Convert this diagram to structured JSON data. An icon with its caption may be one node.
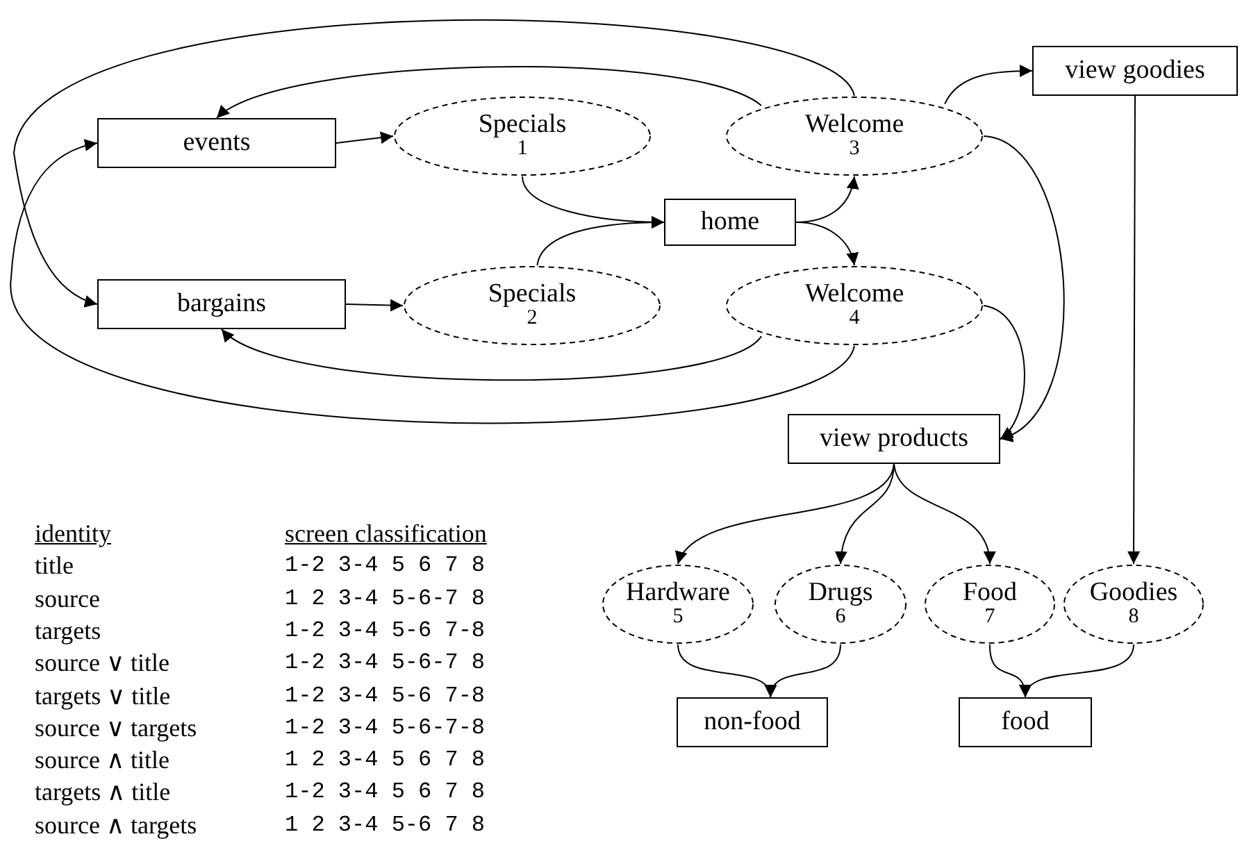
{
  "diagram": {
    "nodes": [
      {
        "text": [
          "events"
        ]
      },
      {
        "text": [
          "Specials",
          "1"
        ]
      },
      {
        "text": [
          "Welcome",
          "3"
        ]
      },
      {
        "text": [
          "view goodies"
        ]
      },
      {
        "text": [
          "home"
        ]
      },
      {
        "text": [
          "bargains"
        ]
      },
      {
        "text": [
          "Specials",
          "2"
        ]
      },
      {
        "text": [
          "Welcome",
          "4"
        ]
      },
      {
        "text": [
          "view products"
        ]
      },
      {
        "text": [
          "Hardware",
          "5"
        ]
      },
      {
        "text": [
          "Drugs",
          "6"
        ]
      },
      {
        "text": [
          "Food",
          "7"
        ]
      },
      {
        "text": [
          "Goodies",
          "8"
        ]
      },
      {
        "text": [
          "non-food"
        ]
      },
      {
        "text": [
          "food"
        ]
      }
    ],
    "edges": [
      {
        "from": 0,
        "to": 1,
        "arrow": "to"
      },
      {
        "from": 1,
        "to": 4,
        "arrow": "to"
      },
      {
        "from": 6,
        "to": 4,
        "arrow": "to"
      },
      {
        "from": 4,
        "to": 2,
        "arrow": "to"
      },
      {
        "from": 4,
        "to": 7,
        "arrow": "to"
      },
      {
        "from": 5,
        "to": 6,
        "arrow": "to"
      },
      {
        "from": 2,
        "to": 0,
        "arrow": "to"
      },
      {
        "from": 2,
        "to": 5,
        "arrow": "to"
      },
      {
        "from": 7,
        "to": 5,
        "arrow": "to"
      },
      {
        "from": 7,
        "to": 0,
        "arrow": "to"
      },
      {
        "from": 2,
        "to": 3,
        "arrow": "to"
      },
      {
        "from": 2,
        "to": 8,
        "arrow": "to"
      },
      {
        "from": 7,
        "to": 8,
        "arrow": "to"
      },
      {
        "from": 3,
        "to": 12,
        "arrow": "to"
      },
      {
        "from": 8,
        "to": 9,
        "arrow": "to"
      },
      {
        "from": 8,
        "to": 10,
        "arrow": "to"
      },
      {
        "from": 8,
        "to": 11,
        "arrow": "to"
      },
      {
        "from": 9,
        "to": 13,
        "arrow": "to"
      },
      {
        "from": 10,
        "to": 13,
        "arrow": "to"
      },
      {
        "from": 11,
        "to": 14,
        "arrow": "to"
      },
      {
        "from": 12,
        "to": 14,
        "arrow": "to"
      }
    ],
    "labels": [
      "identity",
      "screen classification",
      "title",
      "1-2 3-4 5 6 7 8",
      "source",
      "1 2 3-4 5-6-7 8",
      "targets",
      "1-2 3-4 5-6 7-8",
      "source ∨ title",
      "1-2 3-4 5-6-7 8",
      "targets ∨ title",
      "1-2 3-4 5-6 7-8",
      "source ∨ targets",
      "1-2 3-4 5-6-7-8",
      "source ∧ title",
      "1 2 3-4 5 6 7 8",
      "targets ∧ title",
      "1-2 3-4 5 6 7 8",
      "source ∧ targets",
      "1 2 3-4 5-6 7 8"
    ]
  }
}
